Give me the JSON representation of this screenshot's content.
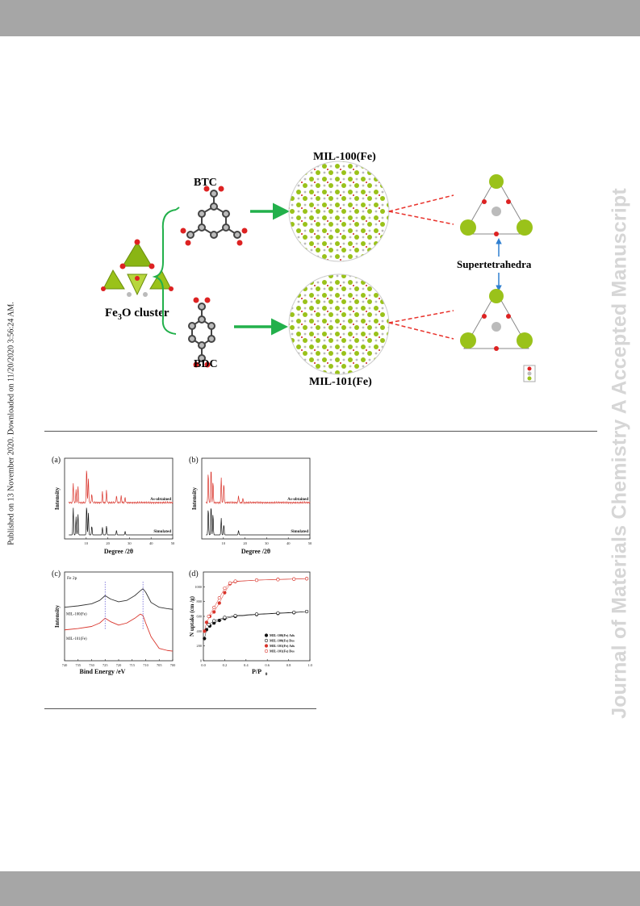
{
  "page": {
    "side_note": "Published on 13 November 2020. Downloaded on 11/20/2020 3:56:24 AM.",
    "watermark": "Journal of Materials Chemistry A Accepted Manuscript"
  },
  "scheme": {
    "cluster_label_prefix": "Fe",
    "cluster_label_sub": "3",
    "cluster_label_suffix": "O cluster",
    "linker_top": "BTC",
    "linker_bottom": "BDC",
    "framework_top": "MIL-100(Fe)",
    "framework_bottom": "MIL-101(Fe)",
    "supertetrahedra": "Supertetrahedra",
    "colors": {
      "arrow_green": "#22b04b",
      "dashed_red": "#e8312a",
      "polyhedron": "#9ac21a",
      "arrow_blue": "#2f7fd0"
    }
  },
  "chart_data": [
    {
      "type": "line",
      "panel_label": "(a)",
      "xlabel": "Degree /2θ",
      "ylabel": "Intensity",
      "xlim": [
        0,
        50
      ],
      "xticks": [
        "10",
        "20",
        "30",
        "40",
        "50"
      ],
      "series": [
        {
          "name": "As-obtained",
          "color": "#d9342b",
          "peaks": [
            [
              4.0,
              0.55
            ],
            [
              5.3,
              0.35
            ],
            [
              6.2,
              0.45
            ],
            [
              10.2,
              1.0
            ],
            [
              11.0,
              0.7
            ],
            [
              12.6,
              0.25
            ],
            [
              17.5,
              0.3
            ],
            [
              19.4,
              0.35
            ],
            [
              24.0,
              0.2
            ],
            [
              26.2,
              0.2
            ],
            [
              28.0,
              0.15
            ]
          ]
        },
        {
          "name": "Simulated",
          "color": "#111111",
          "peaks": [
            [
              4.0,
              0.9
            ],
            [
              5.3,
              0.6
            ],
            [
              6.2,
              0.7
            ],
            [
              10.2,
              1.0
            ],
            [
              11.0,
              0.75
            ],
            [
              12.6,
              0.3
            ],
            [
              17.5,
              0.25
            ],
            [
              19.4,
              0.3
            ],
            [
              24.0,
              0.15
            ],
            [
              28.0,
              0.12
            ]
          ]
        }
      ]
    },
    {
      "type": "line",
      "panel_label": "(b)",
      "xlabel": "Degree /2θ",
      "ylabel": "Intensity",
      "xlim": [
        0,
        50
      ],
      "xticks": [
        "10",
        "20",
        "30",
        "40",
        "50"
      ],
      "series": [
        {
          "name": "As-obtained",
          "color": "#d9342b",
          "peaks": [
            [
              3.0,
              0.85
            ],
            [
              4.3,
              1.0
            ],
            [
              5.2,
              0.6
            ],
            [
              9.0,
              0.7
            ],
            [
              10.2,
              0.55
            ],
            [
              17.0,
              0.2
            ],
            [
              19.0,
              0.12
            ]
          ]
        },
        {
          "name": "Simulated",
          "color": "#111111",
          "peaks": [
            [
              3.0,
              0.9
            ],
            [
              4.3,
              1.0
            ],
            [
              5.2,
              0.7
            ],
            [
              9.0,
              0.55
            ],
            [
              10.2,
              0.35
            ],
            [
              17.0,
              0.15
            ]
          ]
        }
      ]
    },
    {
      "type": "line",
      "panel_label": "(c)",
      "annotation": "Fe 2p",
      "xlabel": "Bind Energy /eV",
      "ylabel": "Intensity",
      "xlim": [
        740,
        700
      ],
      "xticks": [
        "740",
        "735",
        "730",
        "725",
        "720",
        "715",
        "710",
        "705",
        "700"
      ],
      "series": [
        {
          "name": "MIL-100(Fe)",
          "color": "#333333",
          "points": [
            [
              740,
              0.78
            ],
            [
              735,
              0.8
            ],
            [
              730,
              0.83
            ],
            [
              727,
              0.88
            ],
            [
              725,
              0.95
            ],
            [
              723,
              0.9
            ],
            [
              720,
              0.86
            ],
            [
              717,
              0.88
            ],
            [
              714,
              0.95
            ],
            [
              712,
              1.02
            ],
            [
              711,
              1.05
            ],
            [
              710,
              1.0
            ],
            [
              708,
              0.85
            ],
            [
              705,
              0.78
            ],
            [
              702,
              0.76
            ],
            [
              700,
              0.75
            ]
          ]
        },
        {
          "name": "MIL-101(Fe)",
          "color": "#d9342b",
          "points": [
            [
              740,
              0.45
            ],
            [
              735,
              0.47
            ],
            [
              730,
              0.5
            ],
            [
              727,
              0.55
            ],
            [
              725,
              0.62
            ],
            [
              723,
              0.57
            ],
            [
              720,
              0.52
            ],
            [
              717,
              0.55
            ],
            [
              714,
              0.62
            ],
            [
              712,
              0.68
            ],
            [
              711,
              0.66
            ],
            [
              710,
              0.55
            ],
            [
              708,
              0.35
            ],
            [
              705,
              0.18
            ],
            [
              702,
              0.15
            ],
            [
              700,
              0.14
            ]
          ]
        }
      ]
    },
    {
      "type": "scatter",
      "panel_label": "(d)",
      "xlabel": "P/P",
      "xlabel_sub": "0",
      "ylabel": "N  uptake (cm /g)",
      "xlim": [
        0,
        1.0
      ],
      "ylim": [
        0,
        1200
      ],
      "xticks": [
        "0.0",
        "0.2",
        "0.4",
        "0.6",
        "0.8",
        "1.0"
      ],
      "yticks": [
        "0",
        "200",
        "400",
        "600",
        "800",
        "1000"
      ],
      "legend": [
        "MIL-100(Fe) Ads",
        "MIL-100(Fe) Des",
        "MIL-101(Fe) Ads",
        "MIL-101(Fe) Des"
      ],
      "series": [
        {
          "name": "MIL-100(Fe) Ads",
          "color": "#111111",
          "filled": true,
          "points": [
            [
              0.01,
              300
            ],
            [
              0.03,
              420
            ],
            [
              0.06,
              470
            ],
            [
              0.1,
              510
            ],
            [
              0.15,
              545
            ],
            [
              0.2,
              570
            ],
            [
              0.3,
              600
            ],
            [
              0.5,
              625
            ],
            [
              0.7,
              640
            ],
            [
              0.85,
              650
            ],
            [
              0.97,
              665
            ]
          ]
        },
        {
          "name": "MIL-100(Fe) Des",
          "color": "#111111",
          "filled": false,
          "points": [
            [
              0.97,
              665
            ],
            [
              0.85,
              655
            ],
            [
              0.7,
              645
            ],
            [
              0.5,
              630
            ],
            [
              0.3,
              610
            ],
            [
              0.2,
              585
            ],
            [
              0.1,
              540
            ],
            [
              0.05,
              490
            ]
          ]
        },
        {
          "name": "MIL-101(Fe) Ads",
          "color": "#d9342b",
          "filled": true,
          "points": [
            [
              0.01,
              400
            ],
            [
              0.03,
              520
            ],
            [
              0.06,
              600
            ],
            [
              0.1,
              660
            ],
            [
              0.15,
              780
            ],
            [
              0.2,
              920
            ],
            [
              0.25,
              1040
            ],
            [
              0.3,
              1070
            ],
            [
              0.5,
              1090
            ],
            [
              0.7,
              1100
            ],
            [
              0.85,
              1105
            ],
            [
              0.97,
              1110
            ]
          ]
        },
        {
          "name": "MIL-101(Fe) Des",
          "color": "#d9342b",
          "filled": false,
          "points": [
            [
              0.97,
              1110
            ],
            [
              0.85,
              1105
            ],
            [
              0.7,
              1098
            ],
            [
              0.5,
              1090
            ],
            [
              0.3,
              1075
            ],
            [
              0.25,
              1050
            ],
            [
              0.2,
              980
            ],
            [
              0.15,
              850
            ],
            [
              0.1,
              720
            ],
            [
              0.05,
              600
            ]
          ]
        }
      ]
    }
  ]
}
